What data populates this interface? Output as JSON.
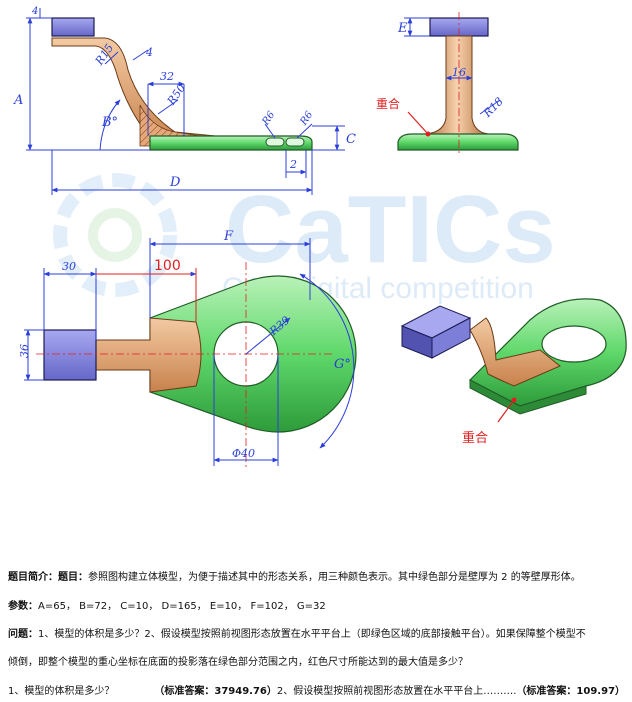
{
  "watermark": {
    "brand": "CaTICs",
    "tagline": "CAD digital competition"
  },
  "front_view": {
    "dim_A": "A",
    "dim_E_top": "4",
    "radius_R15": "R15",
    "dim_4": "4",
    "dim_32": "32",
    "radius_R50": "R50",
    "angle_B": "B°",
    "radius_R6_left": "R6",
    "radius_R6_right": "R6",
    "dim_C": "C",
    "dim_2": "2",
    "dim_D": "D"
  },
  "side_view": {
    "dim_E": "E",
    "dim_16": "16",
    "radius_R18": "R18",
    "coincide_label": "重合"
  },
  "top_view": {
    "dim_F": "F",
    "dim_30": "30",
    "dim_100": "100",
    "dim_36": "36",
    "radius_R39": "R39",
    "angle_G": "G°",
    "dim_phi40": "Φ40"
  },
  "iso_view": {
    "coincide_label": "重合"
  },
  "text": {
    "intro_label": "题目简介：题目：",
    "intro_body": "参照图构建立体模型，为便于描述其中的形态关系，用三种颜色表示。其中绿色部分是壁厚为 2 的等壁厚形体。",
    "params_label": "参数：",
    "params_body": "A=65， B=72， C=10， D=165， E=10， F=102， G=32",
    "question_label": "问题：",
    "question_line1": "1、模型的体积是多少？2、假设模型按照前视图形态放置在水平平台上（即绿色区域的底部接触平台）。如果保障整个模型不",
    "question_line2": "倾倒，即整个模型的重心坐标在底面的投影落在绿色部分范围之内，红色尺寸所能达到的最大值是多少？",
    "answer_q1": "1、模型的体积是多少？",
    "answer_label1": "（标准答案：37949.76）",
    "answer_q2": "2、假设模型按照前视图形态放置在水平平台上……….",
    "answer_label2": "（标准答案：109.97）"
  },
  "colors": {
    "green": "#5fd86a",
    "green_dark": "#1f7a2a",
    "copper": "#e8b68c",
    "purple": "#7d7ed8",
    "dim_blue": "#2b3fd8",
    "red": "#e02020"
  }
}
